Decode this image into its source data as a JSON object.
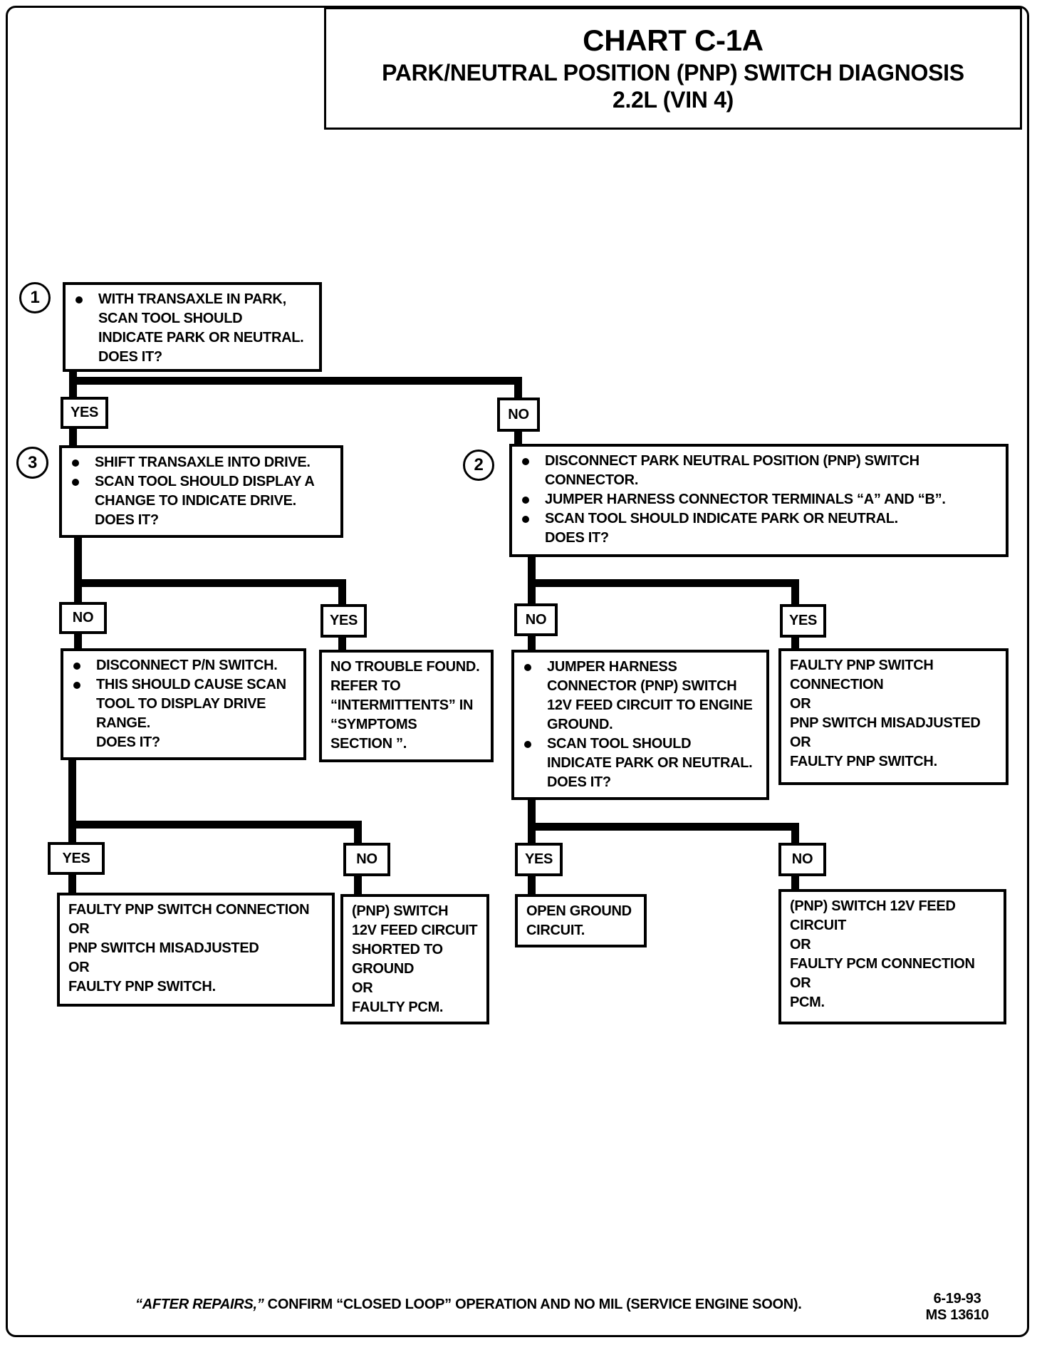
{
  "title": {
    "line1": "CHART C-1A",
    "line2": "PARK/NEUTRAL POSITION (PNP) SWITCH DIAGNOSIS",
    "line3": "2.2L (VIN 4)"
  },
  "steps": {
    "s1": "1",
    "s2": "2",
    "s3": "3"
  },
  "labels": {
    "yes": "YES",
    "no": "NO"
  },
  "boxes": {
    "q1": {
      "lines": [
        {
          "b": 1,
          "t": "WITH TRANSAXLE IN PARK,"
        },
        {
          "t": "SCAN TOOL SHOULD"
        },
        {
          "t": "INDICATE PARK OR NEUTRAL."
        },
        {
          "t": "DOES IT?"
        }
      ]
    },
    "q3": {
      "lines": [
        {
          "b": 1,
          "t": "SHIFT TRANSAXLE INTO DRIVE."
        },
        {
          "b": 1,
          "t": "SCAN TOOL SHOULD DISPLAY A"
        },
        {
          "t": "CHANGE TO INDICATE DRIVE."
        },
        {
          "t": "DOES IT?"
        }
      ]
    },
    "q2": {
      "lines": [
        {
          "b": 1,
          "t": "DISCONNECT PARK NEUTRAL POSITION (PNP) SWITCH"
        },
        {
          "t": "CONNECTOR."
        },
        {
          "b": 1,
          "t": "JUMPER HARNESS CONNECTOR TERMINALS “A” AND “B”."
        },
        {
          "b": 1,
          "t": "SCAN TOOL SHOULD INDICATE PARK OR NEUTRAL."
        },
        {
          "t": "DOES IT?"
        }
      ]
    },
    "disconnect_pn": {
      "lines": [
        {
          "b": 1,
          "t": "DISCONNECT P/N SWITCH."
        },
        {
          "b": 1,
          "t": "THIS SHOULD CAUSE SCAN"
        },
        {
          "t": "TOOL TO DISPLAY DRIVE"
        },
        {
          "t": "RANGE."
        },
        {
          "t": "DOES IT?"
        }
      ]
    },
    "no_trouble": {
      "lines": [
        {
          "t": "NO TROUBLE FOUND."
        },
        {
          "t": "REFER TO"
        },
        {
          "t": "“INTERMITTENTS” IN"
        },
        {
          "t": "“SYMPTOMS"
        },
        {
          "t": "SECTION ”."
        }
      ]
    },
    "jumper_ground": {
      "lines": [
        {
          "b": 1,
          "t": "JUMPER HARNESS"
        },
        {
          "t": "CONNECTOR (PNP) SWITCH"
        },
        {
          "t": "12V FEED CIRCUIT TO ENGINE"
        },
        {
          "t": "GROUND."
        },
        {
          "b": 1,
          "t": "SCAN TOOL SHOULD"
        },
        {
          "t": "INDICATE PARK OR NEUTRAL."
        },
        {
          "t": "DOES IT?"
        }
      ]
    },
    "faulty_pnp_right": {
      "lines": [
        {
          "t": "FAULTY PNP SWITCH"
        },
        {
          "t": "CONNECTION"
        },
        {
          "t": "OR"
        },
        {
          "t": "PNP SWITCH MISADJUSTED"
        },
        {
          "t": "OR"
        },
        {
          "t": "FAULTY PNP SWITCH."
        }
      ]
    },
    "faulty_pnp_left": {
      "lines": [
        {
          "t": "FAULTY PNP SWITCH CONNECTION"
        },
        {
          "t": "OR"
        },
        {
          "t": "PNP SWITCH MISADJUSTED"
        },
        {
          "t": "OR"
        },
        {
          "t": "FAULTY PNP SWITCH."
        }
      ]
    },
    "feed_shorted": {
      "lines": [
        {
          "t": "(PNP) SWITCH"
        },
        {
          "t": "12V FEED CIRCUIT"
        },
        {
          "t": "SHORTED TO"
        },
        {
          "t": "GROUND"
        },
        {
          "t": "OR"
        },
        {
          "t": "FAULTY PCM."
        }
      ]
    },
    "open_ground": {
      "lines": [
        {
          "t": "OPEN GROUND"
        },
        {
          "t": "CIRCUIT."
        }
      ]
    },
    "feed_right": {
      "lines": [
        {
          "t": "(PNP) SWITCH 12V FEED"
        },
        {
          "t": "CIRCUIT"
        },
        {
          "t": "OR"
        },
        {
          "t": "FAULTY PCM CONNECTION"
        },
        {
          "t": "OR"
        },
        {
          "t": "PCM."
        }
      ]
    }
  },
  "footer": {
    "note_italic": "“AFTER REPAIRS,”",
    "note_rest": "CONFIRM “CLOSED LOOP” OPERATION AND NO MIL (SERVICE ENGINE SOON).",
    "date": "6-19-93",
    "doc_code": "MS 13610"
  }
}
